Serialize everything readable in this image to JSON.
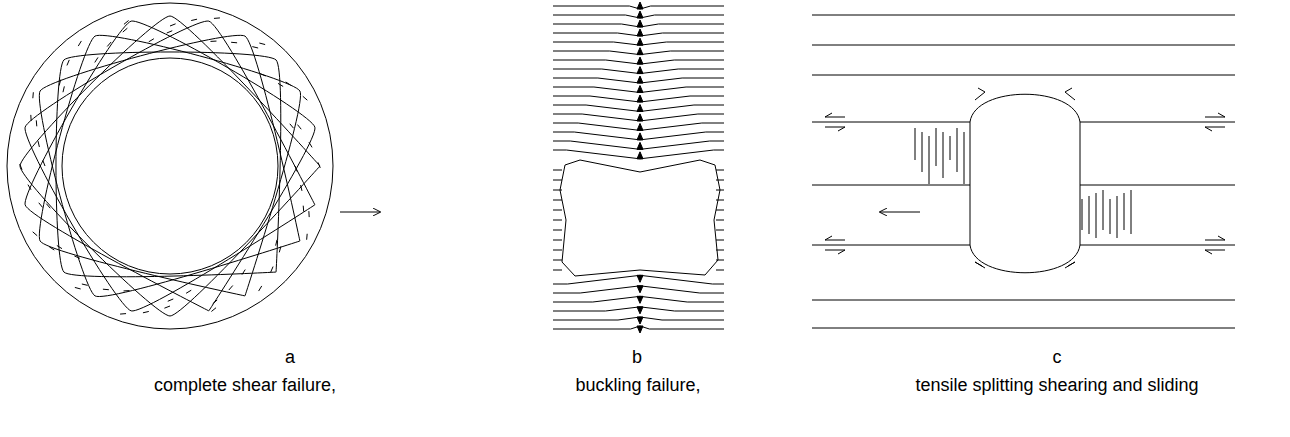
{
  "diagram": {
    "labels": [
      "a",
      "complete shear failure,",
      "b",
      "buckling failure,",
      "c",
      "tensile splitting shearing and sliding"
    ]
  }
}
